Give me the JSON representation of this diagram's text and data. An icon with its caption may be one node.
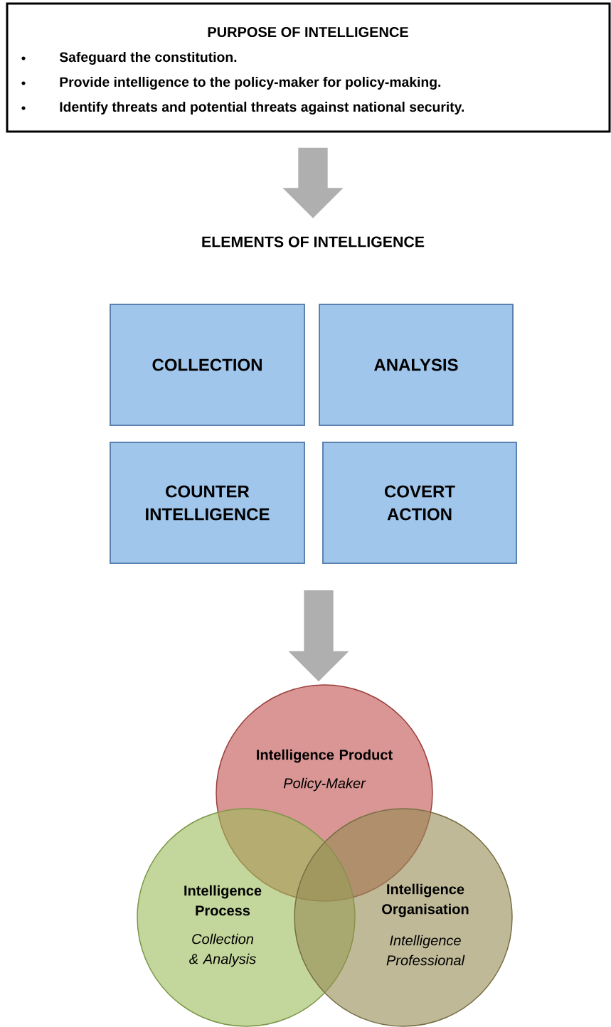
{
  "diagram": {
    "nodes": [
      {
        "text": [
          "PURPOSE OF INTELLIGENCE",
          "Safeguard the constitution.",
          "Provide intelligence to the policy-maker for policy-making.",
          "Identify threats and potential threats against national security."
        ]
      },
      {
        "text": [
          "ELEMENTS OF INTELLIGENCE"
        ]
      },
      {
        "text": [
          "COLLECTION"
        ]
      },
      {
        "text": [
          "ANALYSIS"
        ]
      },
      {
        "text": [
          "COUNTER INTELLIGENCE"
        ]
      },
      {
        "text": [
          "COVERT ACTION"
        ]
      },
      {
        "text": [
          "Intelligence Product",
          "Policy-Maker"
        ]
      },
      {
        "text": [
          "Intelligence Process",
          "Collection & Analysis"
        ]
      },
      {
        "text": [
          "Intelligence Organisation",
          "Intelligence Professional"
        ]
      }
    ],
    "edges": [
      {
        "from": 0,
        "to": 1,
        "arrow": "to"
      },
      {
        "from": null,
        "to": 6,
        "arrow": "to"
      }
    ]
  }
}
